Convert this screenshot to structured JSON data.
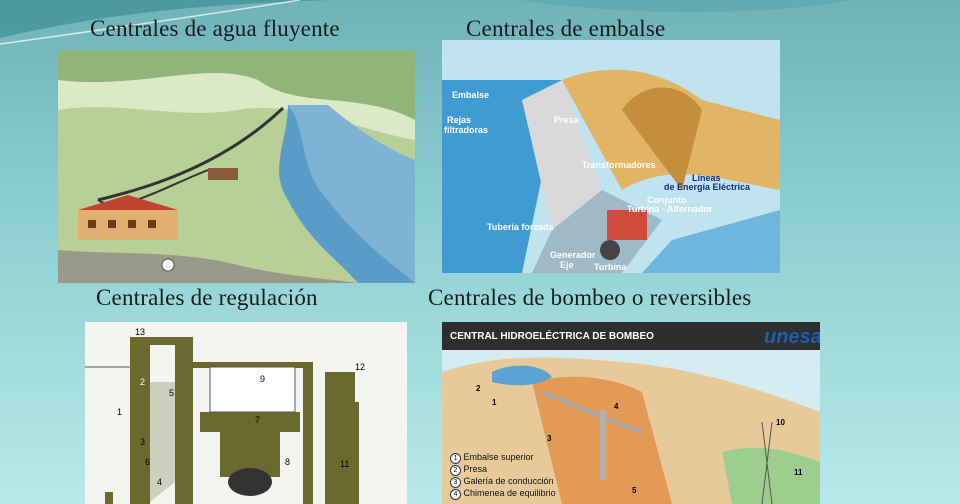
{
  "titles": {
    "run_of_river": "Centrales de agua fluyente",
    "reservoir": "Centrales de embalse",
    "regulation": "Centrales de regulación",
    "pumped": "Centrales de bombeo o reversibles"
  },
  "reservoir_labels": {
    "embalse": "Embalse",
    "rejas": "Rejas",
    "filtradoras": "filtradoras",
    "presa": "Presa",
    "transformadores": "Transformadores",
    "lineas": "Líneas",
    "energia": "de Energía Eléctrica",
    "conjunto": "Conjunto",
    "turbina_alternador": "Turbina - Alternador",
    "tuberia": "Tubería forzada",
    "generador": "Generador",
    "eje": "Eje",
    "turbina": "Turbina"
  },
  "regulation_numbers": [
    "1",
    "2",
    "3",
    "4",
    "5",
    "6",
    "7",
    "8",
    "9",
    "11",
    "12",
    "13"
  ],
  "pumped": {
    "title": "CENTRAL HIDROELÉCTRICA DE BOMBEO",
    "logo": "unesa",
    "legend": [
      "Embalse superior",
      "Presa",
      "Galería de conducción",
      "Chimenea de equilibrio"
    ],
    "legend_nums": [
      "1",
      "2",
      "3",
      "4"
    ],
    "markers": [
      "1",
      "2",
      "3",
      "4",
      "5",
      "10",
      "11"
    ]
  },
  "colors": {
    "background": "#8fd0d2",
    "pumped_header": "#2e2e2e",
    "logo": "#1f5fa8",
    "regulation_structure": "#6a6a2e"
  }
}
